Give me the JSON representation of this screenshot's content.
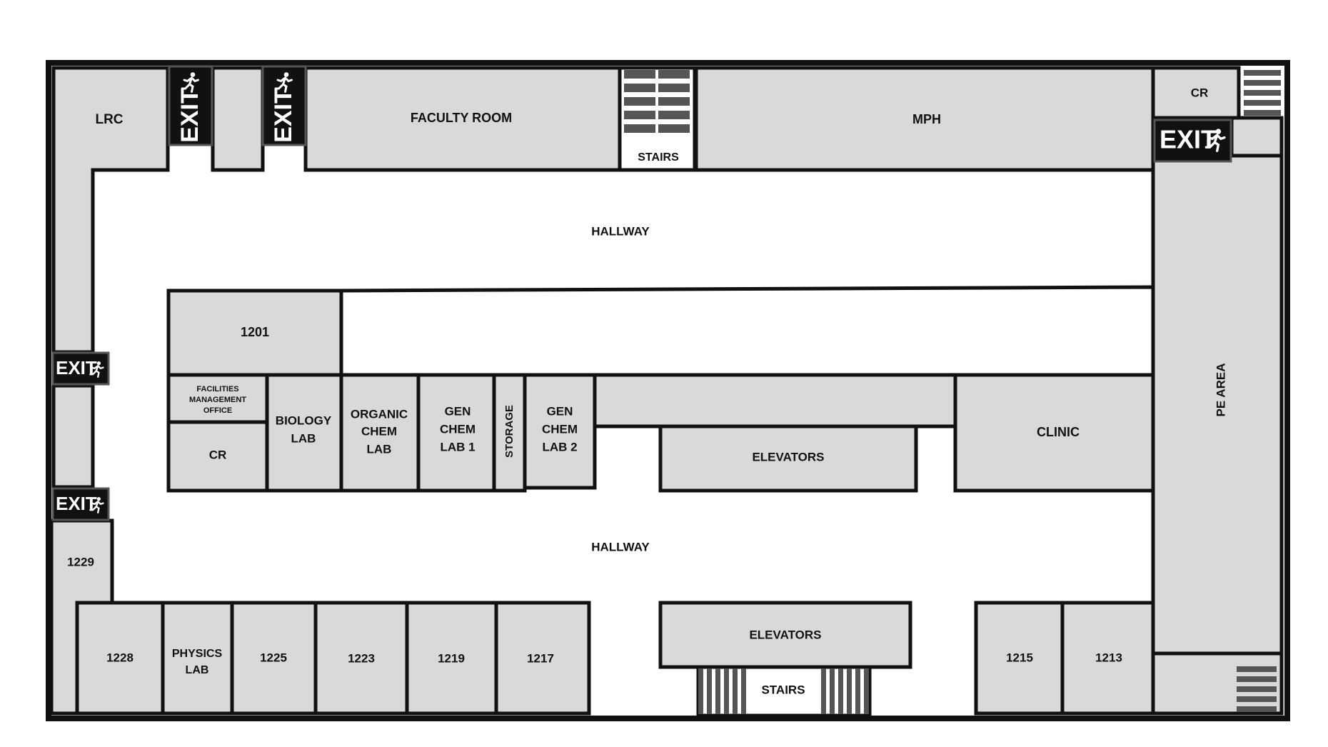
{
  "rooms": {
    "lrc": "LRC",
    "faculty_room": "FACULTY ROOM",
    "stairs_top": "STAIRS",
    "mph": "MPH",
    "cr_top": "CR",
    "hallway_top": "HALLWAY",
    "room_1201": "1201",
    "facilities_line1": "FACILITIES",
    "facilities_line2": "MANAGEMENT",
    "facilities_line3": "OFFICE",
    "cr_mid": "CR",
    "biology_line1": "BIOLOGY",
    "biology_line2": "LAB",
    "organic_line1": "ORGANIC",
    "organic_line2": "CHEM",
    "organic_line3": "LAB",
    "genchem1_line1": "GEN",
    "genchem1_line2": "CHEM",
    "genchem1_line3": "LAB 1",
    "storage": "STORAGE",
    "genchem2_line1": "GEN",
    "genchem2_line2": "CHEM",
    "genchem2_line3": "LAB 2",
    "elevators_mid": "ELEVATORS",
    "clinic": "CLINIC",
    "pe_area": "PE AREA",
    "hallway_bottom": "HALLWAY",
    "room_1229": "1229",
    "room_1228": "1228",
    "physics_line1": "PHYSICS",
    "physics_line2": "LAB",
    "room_1225": "1225",
    "room_1223": "1223",
    "room_1219": "1219",
    "room_1217": "1217",
    "elevators_bottom": "ELEVATORS",
    "stairs_bottom": "STAIRS",
    "room_1215": "1215",
    "room_1213": "1213"
  },
  "exit_signs": {
    "exit_top_1": "EXIT",
    "exit_top_2": "EXIT",
    "exit_top_right": "EXIT",
    "exit_left_1": "EXIT",
    "exit_left_2": "EXIT"
  },
  "icons": {
    "exit_person": "running-person-icon",
    "stairs": "stairs-icon"
  },
  "colors": {
    "room_fill": "#d9d9d9",
    "outline": "#111111",
    "exit_sign": "#111111"
  }
}
